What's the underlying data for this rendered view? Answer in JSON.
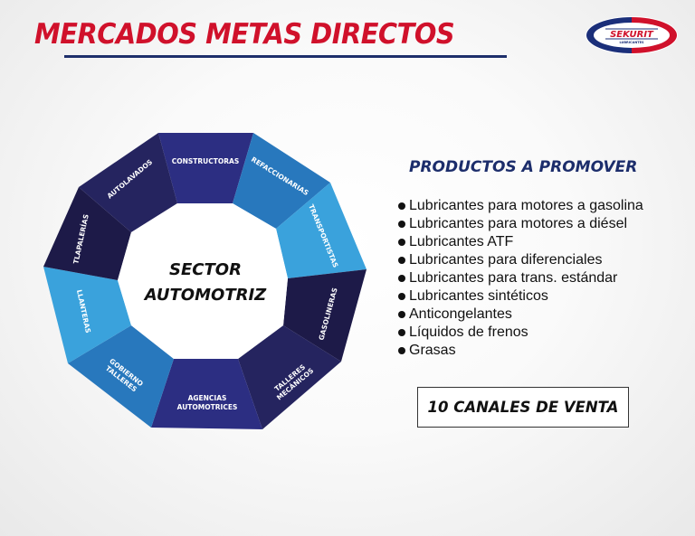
{
  "header": {
    "title": "MERCADOS METAS DIRECTOS",
    "title_color": "#d0112b",
    "rule_color": "#1e2f6b"
  },
  "logo": {
    "brand": "SEKURIT",
    "subtitle": "LUBRICANTES",
    "colors": {
      "blue": "#1b2f7a",
      "red": "#d0112b"
    }
  },
  "diagram": {
    "center_label_line1": "SECTOR",
    "center_label_line2": "AUTOMOTRIZ",
    "segments": [
      {
        "label": "CONSTRUCTORAS",
        "color": "#2c2e82"
      },
      {
        "label": "REFACCIONARIAS",
        "color": "#2878bd"
      },
      {
        "label": "TRANSPORTISTAS",
        "color": "#3aa2dc"
      },
      {
        "label": "GASOLINERAS",
        "color": "#1d1a48"
      },
      {
        "label": "TALLERES MECÁNICOS",
        "line1": "TALLERES",
        "line2": "MECÁNICOS",
        "color": "#25245f"
      },
      {
        "label": "AGENCIAS AUTOMOTRICES",
        "line1": "AGENCIAS",
        "line2": "AUTOMOTRICES",
        "color": "#2c2e82"
      },
      {
        "label": "GOBIERNO TALLERES",
        "line1": "GOBIERNO",
        "line2": "TALLERES",
        "color": "#2878bd"
      },
      {
        "label": "LLANTERAS",
        "color": "#3aa2dc"
      },
      {
        "label": "TLAPALERÍAS",
        "color": "#1d1a48"
      },
      {
        "label": "AUTOLAVADOS",
        "color": "#25245f"
      }
    ]
  },
  "products": {
    "title": "PRODUCTOS A PROMOVER",
    "title_color": "#1c2d6b",
    "items": [
      "Lubricantes para motores a gasolina",
      "Lubricantes para motores a diésel",
      "Lubricantes ATF",
      "Lubricantes para diferenciales",
      "Lubricantes para trans. estándar",
      "Lubricantes sintéticos",
      "Anticongelantes",
      "Líquidos de frenos",
      "Grasas"
    ]
  },
  "channels": {
    "label": "10 CANALES DE VENTA"
  }
}
